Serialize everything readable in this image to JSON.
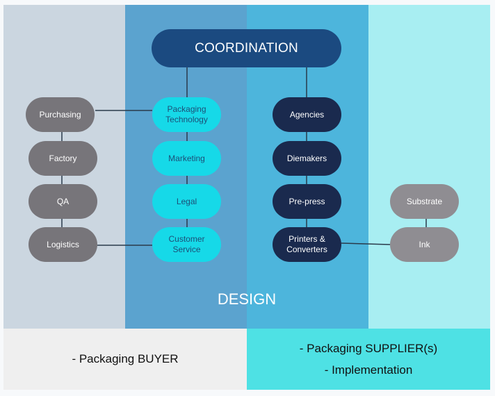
{
  "diagram": {
    "coordination_label": "COORDINATION",
    "design_label": "DESIGN",
    "buyer_column": [
      {
        "label": "Purchasing"
      },
      {
        "label": "Factory"
      },
      {
        "label": "QA"
      },
      {
        "label": "Logistics"
      }
    ],
    "design_column": [
      {
        "label": "Packaging Technology"
      },
      {
        "label": "Marketing"
      },
      {
        "label": "Legal"
      },
      {
        "label": "Customer Service"
      }
    ],
    "supplier_column": [
      {
        "label": "Agencies"
      },
      {
        "label": "Diemakers"
      },
      {
        "label": "Pre-press"
      },
      {
        "label": "Printers & Converters"
      }
    ],
    "materials_column": [
      {
        "label": "Substrate"
      },
      {
        "label": "Ink"
      }
    ],
    "footer": {
      "buyer": "- Packaging BUYER",
      "supplier_line1": "- Packaging SUPPLIER(s)",
      "supplier_line2": "- Implementation"
    },
    "colors": {
      "buyer_panel": "#cbd6e0",
      "design_panel_left": "#5ba3cf",
      "design_panel_right": "#4db5dc",
      "supplier_panel": "#a8eef2",
      "coordination": "#1b4a80",
      "buyer_node": "#77757a",
      "design_node": "#16d9e8",
      "supplier_node": "#1a2a4e",
      "material_node": "#8f8d92"
    }
  }
}
